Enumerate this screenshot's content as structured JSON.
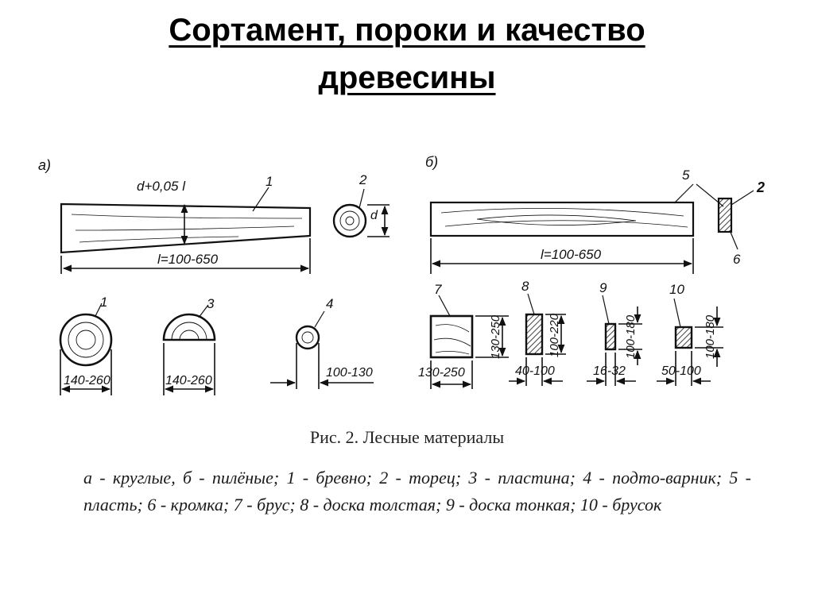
{
  "slide": {
    "title_line1": "Сортамент, пороки и качество",
    "title_line2": "древесины"
  },
  "figure": {
    "panel_a_label": "а)",
    "panel_b_label": "б)",
    "log_top_dim": "d+0,05 l",
    "log_length": "l=100-650",
    "log_end_dim": "d",
    "beam_length": "l=100-650",
    "sizes": {
      "round_log": "140-260",
      "half_log": "140-260",
      "pole": "100-130",
      "brus_w": "130-250",
      "brus_h": "130-250",
      "thick_board_w": "40-100",
      "thick_board_h": "100-220",
      "thin_board_w": "16-32",
      "thin_board_h": "100-180",
      "bar_w": "50-100",
      "bar_h": "100-180"
    },
    "callouts": {
      "n1": "1",
      "n2": "2",
      "n3": "3",
      "n4": "4",
      "n5": "5",
      "n6": "6",
      "n7": "7",
      "n8": "8",
      "n9": "9",
      "n10": "10"
    },
    "caption": "Рис. 2. Лесные материалы",
    "legend_text": "а - круглые, б - пилёные; 1 - бревно; 2 - торец; 3 - пластина; 4 - подто-варник; 5 - пласть; 6 - кромка; 7 - брус; 8 - доска толстая; 9 - доска тонкая; 10 - брусок"
  },
  "colors": {
    "ink": "#111111",
    "background": "#ffffff"
  }
}
